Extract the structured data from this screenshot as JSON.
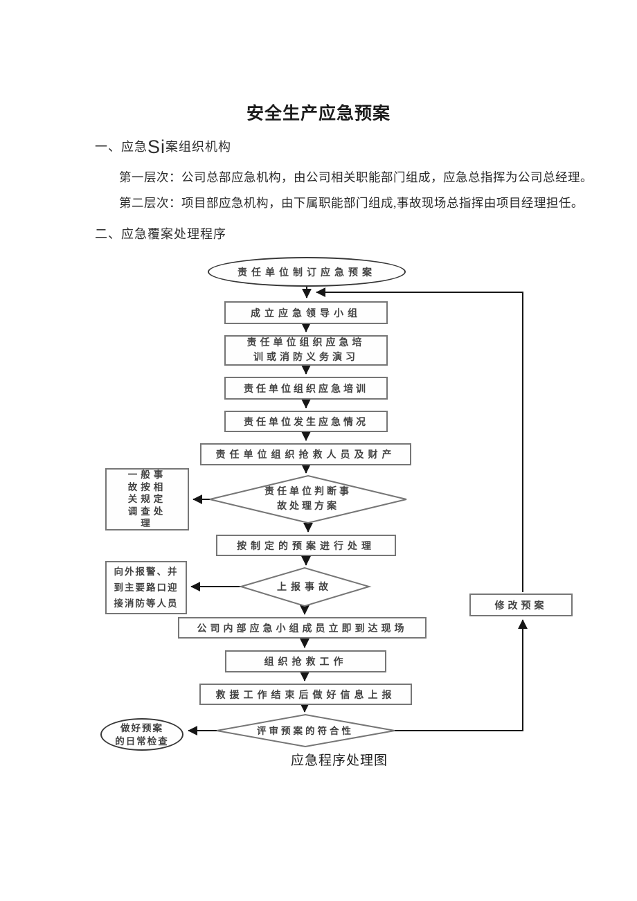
{
  "document": {
    "title": "安全生产应急预案",
    "section1": {
      "heading_pre": "一、应急",
      "heading_big": "Si",
      "heading_post": "案组织机构",
      "paragraphs": [
        "第一层次：公司总部应急机构，由公司相关职能部门组成，应急总指挥为公司总经理。",
        "第二层次：项目部应急机构，由下属职能部门组成,事故现场总指挥由项目经理担任。"
      ]
    },
    "section2": {
      "heading": "二、应急覆案处理程序"
    }
  },
  "flowchart": {
    "caption": "应急程序处理图",
    "nodes": {
      "start": "责任单位制订应急预案",
      "step1": "成立应急领导小组",
      "step2": "责任单位组织应急培\n训或消防义务演习",
      "step3": "责任单位组织应急培训",
      "step4": "责任单位发生应急情况",
      "step5": "责任单位组织抢救人员及财产",
      "decision1": "责任单位判断事\n故处理方案",
      "side_general": "一般事\n故按相\n关规定\n调查处\n理",
      "step6": "按制定的预案进行处理",
      "decision2": "上报事故",
      "side_report": "向外报警、并\n到主要路口迎\n接消防等人员",
      "step7": "公司内部应急小组成员立即到达现场",
      "step8": "组织抢救工作",
      "step9": "救援工作结束后做好信息上报",
      "decision3": "评审预案的符合性",
      "end": "做好预案\n的日常检查",
      "modify": "修改预案"
    }
  },
  "colors": {
    "background": "#ffffff",
    "body_text": "#2b2b2b",
    "flow_text": "#424242",
    "box_border": "#767676",
    "connector_line": "#161616"
  }
}
